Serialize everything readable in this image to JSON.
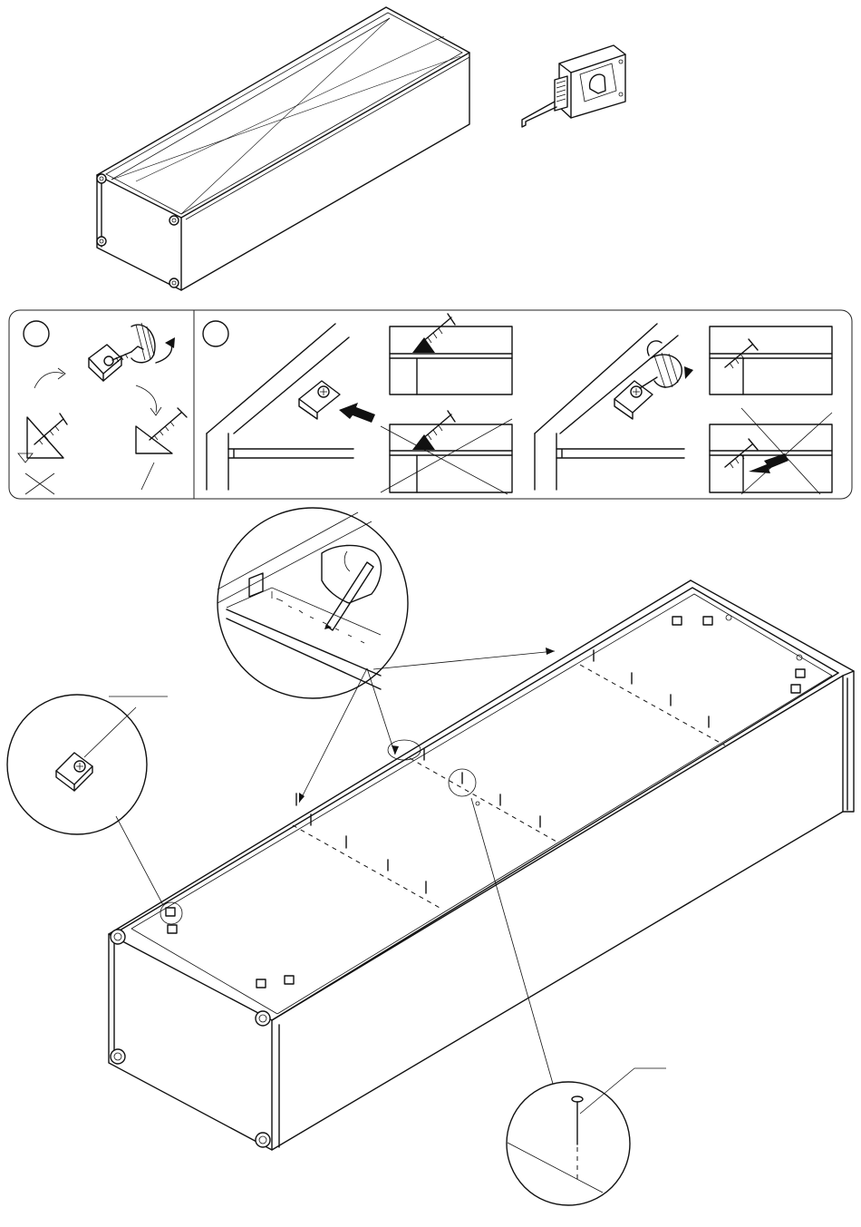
{
  "illustration": {
    "title": "",
    "steps_shown": 2,
    "colors": {
      "line": "#111111",
      "background": "#ffffff",
      "panel_border": "#222222"
    }
  },
  "steps_panel": {
    "steps": [
      {
        "number": "",
        "content": "corner-bracket-screw-tightening-options"
      },
      {
        "number": "",
        "content": "bracket-insertion-correct-vs-incorrect"
      }
    ]
  },
  "callouts": [
    {
      "name": "pencil-marking-detail"
    },
    {
      "name": "corner-bracket-detail"
    },
    {
      "name": "nail-detail"
    }
  ]
}
